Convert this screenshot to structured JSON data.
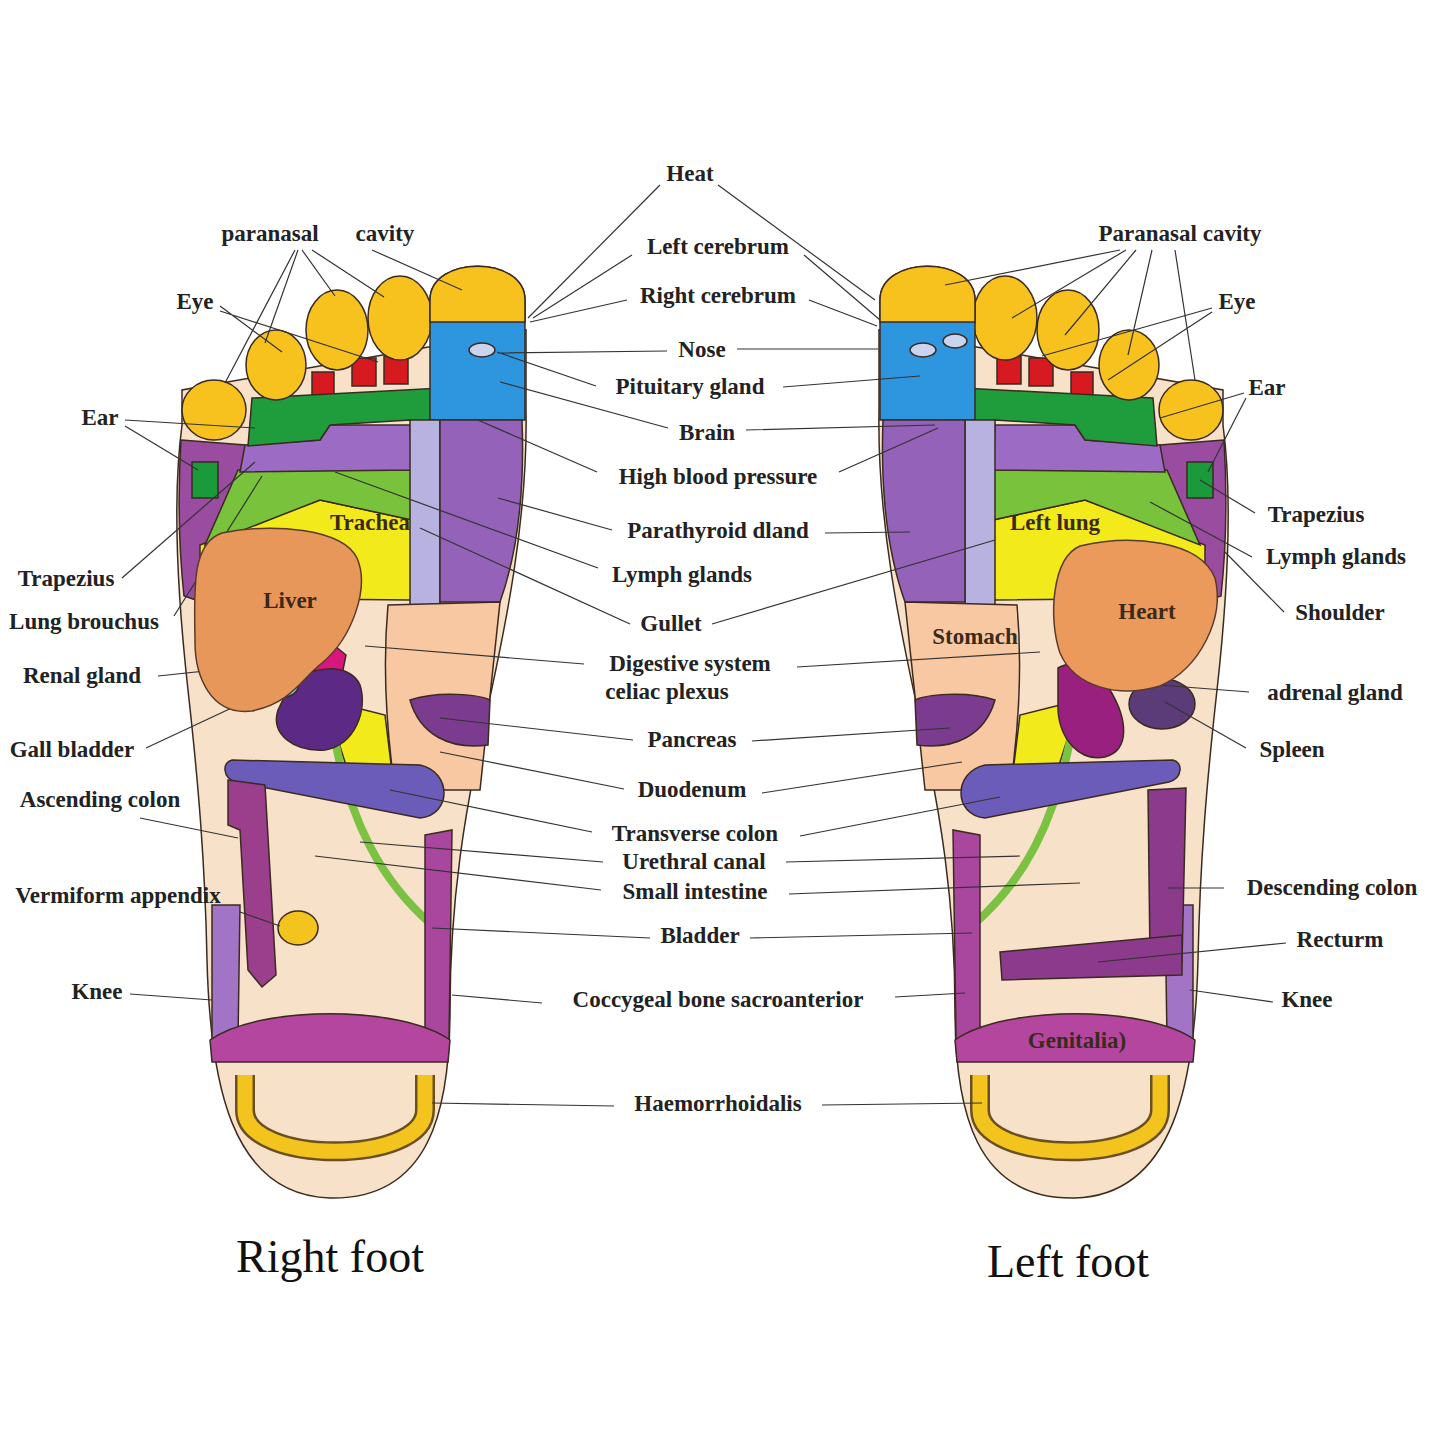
{
  "diagram": {
    "nodes": [
      {
        "text": [
          "Trachea"
        ]
      },
      {
        "text": [
          "Left lung"
        ]
      },
      {
        "text": [
          "Liver"
        ]
      },
      {
        "text": [
          "Heart"
        ]
      },
      {
        "text": [
          "Stomach"
        ]
      },
      {
        "text": [
          "Genitalia)"
        ]
      }
    ],
    "labels": [
      "Heat",
      "paranasal",
      "cavity",
      "Left cerebrum",
      "Paranasal cavity",
      "Right cerebrum",
      "Eye",
      "Eye",
      "Nose",
      "Pituitary gland",
      "Ear",
      "Ear",
      "Brain",
      "High blood pressure",
      "Trapezius",
      "Parathyroid dland",
      "Lymph glands",
      "Lymph glands",
      "Trapezius",
      "Shoulder",
      "Lung brouchus",
      "Gullet",
      "Digestive system",
      "Renal gland",
      "celiac plexus",
      "adrenal gland",
      "Pancreas",
      "Gall bladder",
      "Spleen",
      "Duodenum",
      "Ascending colon",
      "Transverse colon",
      "Urethral canal",
      "Descending colon",
      "Small intestine",
      "Vermiform appendix",
      "Bladder",
      "Recturm",
      "Knee",
      "Coccygeal bone sacroanterior",
      "Knee",
      "Haemorrhoidalis",
      "Right foot",
      "Left foot"
    ]
  }
}
